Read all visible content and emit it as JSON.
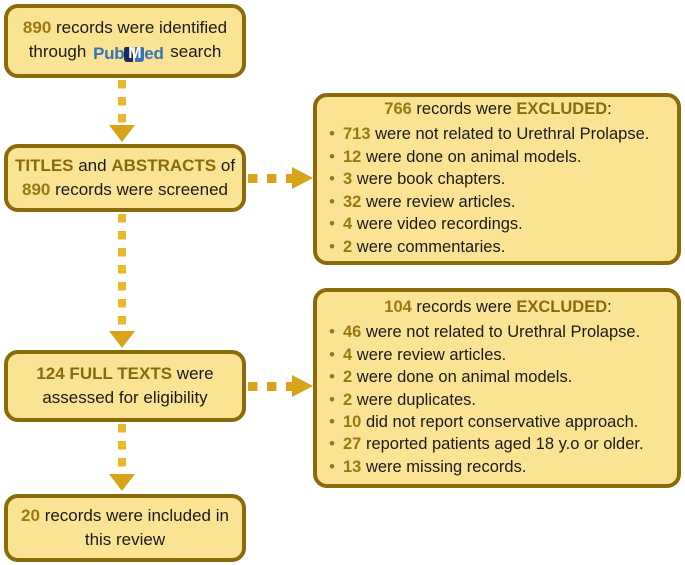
{
  "diagram": {
    "type": "prisma-flow-diagram",
    "colors": {
      "box_fill": "#fbe394",
      "box_border": "#8a6a09",
      "arrow": "#d9a41b",
      "highlight_text": "#9a7a10",
      "body_text": "#1a1a1a",
      "pubmed_blue": "#3a72b8",
      "pubmed_dark": "#1c2a56"
    }
  },
  "identification": {
    "count": "890",
    "text_before": " records were identified",
    "text_through": "through ",
    "logo": {
      "name": "pubmed-logo",
      "pub": "Pub",
      "m": "M",
      "ed": "ed"
    },
    "text_after": " search"
  },
  "screening": {
    "word_titles": "TITLES",
    "word_and": " and ",
    "word_abstracts": "ABSTRACTS",
    "word_of": " of",
    "count": "890",
    "tail": " records were screened"
  },
  "eligibility": {
    "count_label": "124 FULL TEXTS",
    "tail_top": " were",
    "line2": "assessed for eligibility"
  },
  "included": {
    "count": "20",
    "line1": " records were included in",
    "line2": "this review"
  },
  "excluded_screening": {
    "total": "766",
    "title_mid": " records were ",
    "title_word": "EXCLUDED",
    "title_colon": ":",
    "items": [
      {
        "n": "713",
        "text": " were not related to Urethral Prolapse."
      },
      {
        "n": "12",
        "text": " were done on animal models."
      },
      {
        "n": "3",
        "text": " were book chapters."
      },
      {
        "n": "32",
        "text": " were review articles."
      },
      {
        "n": "4",
        "text": " were video recordings."
      },
      {
        "n": "2",
        "text": " were commentaries."
      }
    ]
  },
  "excluded_eligibility": {
    "total": "104",
    "title_mid": " records were ",
    "title_word": "EXCLUDED",
    "title_colon": ":",
    "items": [
      {
        "n": "46",
        "text": " were not related to Urethral Prolapse."
      },
      {
        "n": "4",
        "text": " were review articles."
      },
      {
        "n": "2",
        "text": " were done on animal models."
      },
      {
        "n": "2",
        "text": " were duplicates."
      },
      {
        "n": "10",
        "text": " did not report conservative approach."
      },
      {
        "n": "27",
        "text": " reported patients aged 18 y.o or older."
      },
      {
        "n": "13",
        "text": " were missing records."
      }
    ]
  }
}
